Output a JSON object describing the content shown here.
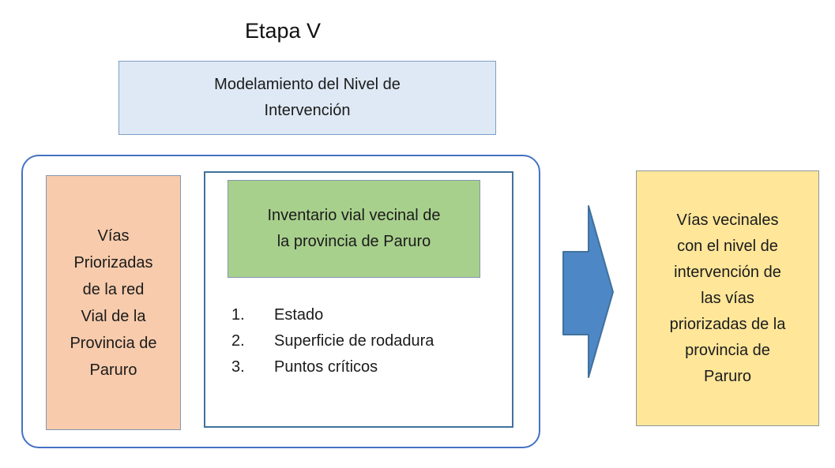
{
  "title": "Etapa V",
  "colors": {
    "arrow_fill": "#4e87c6",
    "arrow_stroke": "#41719c",
    "group_border": "#4472c4",
    "inner_border": "#41719c",
    "stage_fill": "#dee9f5",
    "stage_border": "#7e9fc7",
    "left_fill": "#f7cbac",
    "inventory_fill": "#a8d08d",
    "output_fill": "#ffe699"
  },
  "stage_box": {
    "lines": [
      "Modelamiento del Nivel de",
      "Intervención"
    ]
  },
  "left_box": {
    "lines": [
      "Vías",
      "Priorizadas",
      "de la red",
      "Vial de la",
      "Provincia de",
      "Paruro"
    ]
  },
  "inventory_box": {
    "lines": [
      "Inventario vial vecinal de",
      "la provincia de Paruro"
    ]
  },
  "inventory_list": [
    {
      "num": "1.",
      "text": "Estado"
    },
    {
      "num": "2.",
      "text": "Superficie de rodadura"
    },
    {
      "num": "3.",
      "text": "Puntos críticos"
    }
  ],
  "output_box": {
    "lines": [
      "Vías vecinales",
      "con el nivel de",
      "intervención de",
      "las vías",
      "priorizadas de la",
      "provincia de",
      "Paruro"
    ]
  }
}
